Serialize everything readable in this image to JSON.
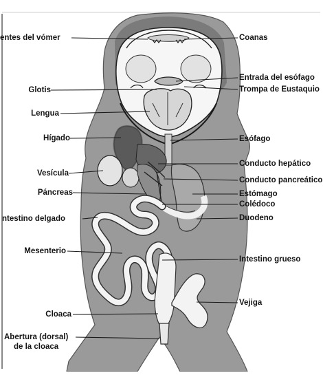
{
  "diagram": {
    "left_labels": [
      {
        "id": "dientes-vomer",
        "text": "entes del vómer"
      },
      {
        "id": "glotis",
        "text": "Glotis"
      },
      {
        "id": "lengua",
        "text": "Lengua"
      },
      {
        "id": "higado",
        "text": "Hígado"
      },
      {
        "id": "vesicula",
        "text": "Vesícula"
      },
      {
        "id": "pancreas",
        "text": "Páncreas"
      },
      {
        "id": "intestino-delgado",
        "text": "ntestino delgado"
      },
      {
        "id": "mesenterio",
        "text": "Mesenterio"
      },
      {
        "id": "cloaca",
        "text": "Cloaca"
      },
      {
        "id": "abertura-1",
        "text": "Abertura (dorsal)"
      },
      {
        "id": "abertura-2",
        "text": "de la cloaca"
      }
    ],
    "right_labels": [
      {
        "id": "coanas",
        "text": "Coanas"
      },
      {
        "id": "entrada-esofago",
        "text": "Entrada del esófago"
      },
      {
        "id": "trompa-eustaquio",
        "text": "Trompa de Eustaquio"
      },
      {
        "id": "esofago",
        "text": "Esófago"
      },
      {
        "id": "conducto-hepatico",
        "text": "Conducto hepático"
      },
      {
        "id": "conducto-pancreatico",
        "text": "Conducto pancreático"
      },
      {
        "id": "estomago",
        "text": "Estómago"
      },
      {
        "id": "coledoco",
        "text": "Colédoco"
      },
      {
        "id": "duodeno",
        "text": "Duodeno"
      },
      {
        "id": "intestino-grueso",
        "text": "Intestino grueso"
      },
      {
        "id": "vejiga",
        "text": "Vejiga"
      }
    ]
  }
}
